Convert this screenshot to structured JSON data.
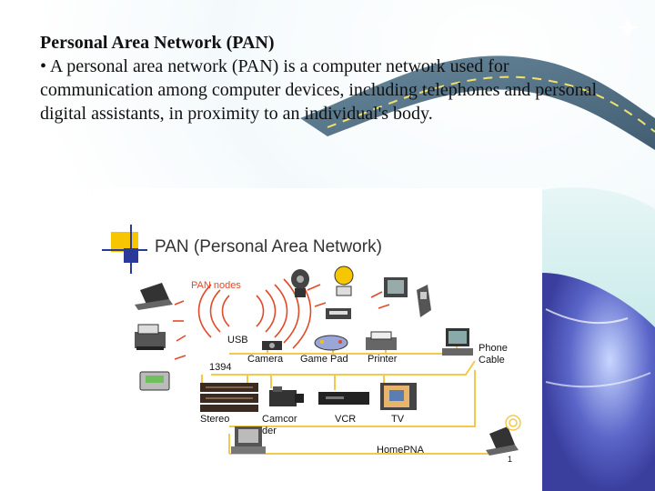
{
  "slide": {
    "title": "Personal Area Network (PAN)",
    "body": "• A personal area network (PAN) is a computer network used for communication among computer devices, including telephones and personal digital assistants, in proximity to an individual's body."
  },
  "figure": {
    "title": "PAN (Personal Area Network)",
    "pan_nodes": "PAN nodes",
    "usb": "USB",
    "ieee1394": "1394",
    "camera": "Camera",
    "game_pad": "Game Pad",
    "printer": "Printer",
    "phone": "Phone",
    "cable": "Cable",
    "stereo": "Stereo",
    "camcorder_line1": "Camcor",
    "camcorder_line2": "der",
    "vcr": "VCR",
    "tv": "TV",
    "homepna": "HomePNA",
    "page_num": "1"
  },
  "colors": {
    "accent_yellow": "#f6c700",
    "accent_blue": "#2a3a9a",
    "bus_yellow": "#f2c94c",
    "wave_red": "#e04b2a"
  }
}
